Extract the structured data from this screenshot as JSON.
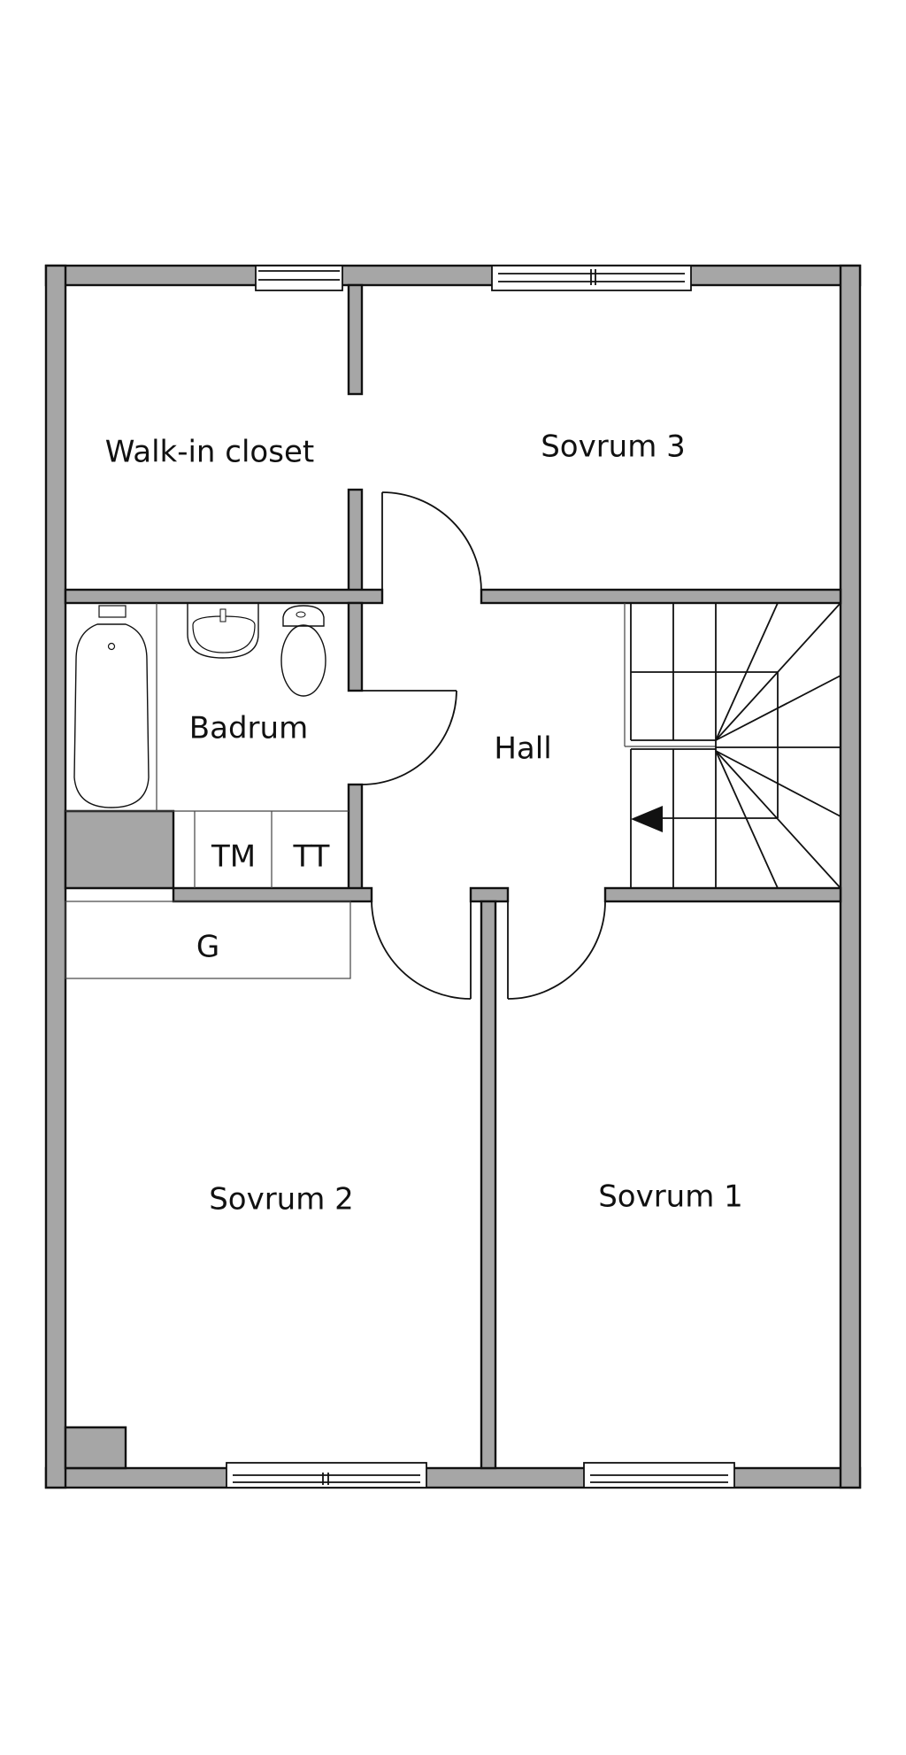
{
  "plan": {
    "wall_color": "#a6a6a6",
    "line_color": "#111111",
    "background": "#ffffff"
  },
  "rooms": {
    "walk_in_closet": "Walk-in closet",
    "sovrum_3": "Sovrum 3",
    "badrum": "Badrum",
    "hall": "Hall",
    "tm": "TM",
    "tt": "TT",
    "g": "G",
    "sovrum_2": "Sovrum 2",
    "sovrum_1": "Sovrum 1"
  },
  "icons": {
    "stair_arrow": "arrow-left-icon",
    "bathtub": "bathtub-icon",
    "sink": "sink-icon",
    "toilet": "toilet-icon"
  }
}
